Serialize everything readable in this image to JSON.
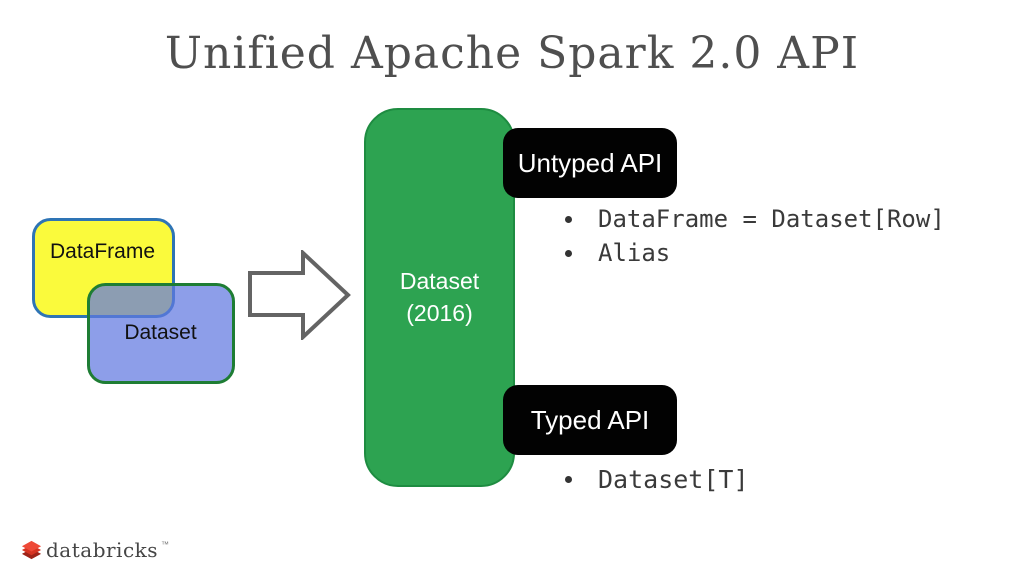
{
  "slide": {
    "title": "Unified Apache Spark 2.0 API"
  },
  "venn": {
    "dataframe": "DataFrame",
    "dataset": "Dataset"
  },
  "dataset2016": {
    "line1": "Dataset",
    "line2": "(2016)"
  },
  "untyped_api": {
    "label": "Untyped API",
    "bullets": [
      "DataFrame = Dataset[Row]",
      "Alias"
    ]
  },
  "typed_api": {
    "label": "Typed API",
    "bullets": [
      "Dataset[T]"
    ]
  },
  "brand": {
    "name": "databricks",
    "mark": "™"
  },
  "colors": {
    "yellow_fill": "#fafa3c",
    "yellow_stroke": "#2e74b5",
    "blue_fill": "#6178e0",
    "blue_stroke": "#1e7d34",
    "green_fill": "#2da351",
    "green_stroke": "#1e8c41",
    "pill_bg": "#020202",
    "arrow_stroke": "#646464",
    "title_text": "#4f4f4f",
    "bullet_text": "#3a3a3a",
    "brand_red": "#e0422e"
  }
}
